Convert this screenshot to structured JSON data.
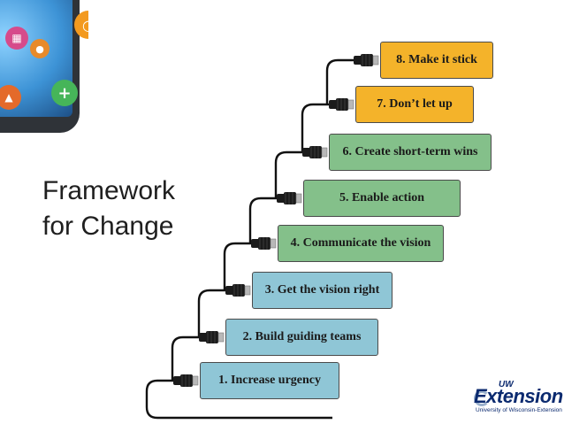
{
  "title": {
    "line1": "Framework",
    "line2": "for Change"
  },
  "steps": [
    {
      "label": "1. Increase urgency",
      "color": "#8fc6d6"
    },
    {
      "label": "2. Build guiding teams",
      "color": "#8fc6d6"
    },
    {
      "label": "3. Get the vision right",
      "color": "#8fc6d6"
    },
    {
      "label": "4. Communicate the vision",
      "color": "#84c08a"
    },
    {
      "label": "5. Enable action",
      "color": "#84c08a"
    },
    {
      "label": "6. Create short-term wins",
      "color": "#84c08a"
    },
    {
      "label": "7. Don’t let up",
      "color": "#f4b32a"
    },
    {
      "label": "8. Make it stick",
      "color": "#f4b32a"
    }
  ],
  "logo": {
    "prefix": "UW",
    "name": "Extension",
    "subtitle": "University of Wisconsin-Extension"
  },
  "colors": {
    "wire": "#111111",
    "connector_body": "#1b1b1b",
    "connector_metal": "#b8b8b8"
  }
}
